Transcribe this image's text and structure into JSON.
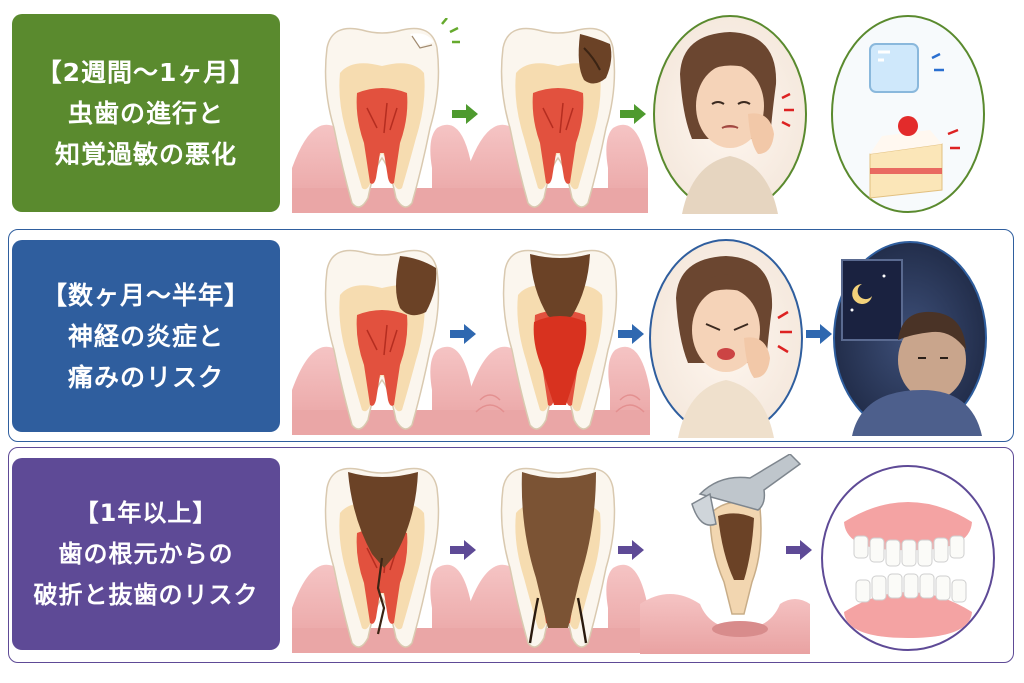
{
  "stages": [
    {
      "id": "stage-1",
      "lines": [
        "【2週間〜1ヶ月】",
        "虫歯の進行と",
        "知覚過敏の悪化"
      ],
      "colors": {
        "label": "#5a8a2e",
        "arrow": "#4e9a2e",
        "frame": "#5a8a2e"
      },
      "panels": [
        "tooth-chipped-icon",
        "tooth-decay-icon",
        "woman-sensitive-pain-icon",
        "ice-and-cake-icon"
      ]
    },
    {
      "id": "stage-2",
      "lines": [
        "【数ヶ月〜半年】",
        "神経の炎症と",
        "痛みのリスク"
      ],
      "colors": {
        "label": "#2f5e9e",
        "arrow": "#2f68b0",
        "frame": "#2f5e9e"
      },
      "panels": [
        "tooth-decay-icon",
        "tooth-nerve-inflamed-icon",
        "woman-severe-pain-icon",
        "woman-sleepless-night-icon"
      ]
    },
    {
      "id": "stage-3",
      "lines": [
        "【1年以上】",
        "歯の根元からの",
        "破折と抜歯のリスク"
      ],
      "colors": {
        "label": "#5e4a96",
        "arrow": "#5e4a96",
        "frame": "#5e4a96"
      },
      "panels": [
        "tooth-cracked-icon",
        "tooth-root-fracture-icon",
        "tooth-extraction-forceps-icon",
        "denture-icon"
      ]
    }
  ],
  "palette": {
    "gum": "#f2b6b6",
    "enamel": "#fbf6ee",
    "dentin": "#f6dcb0",
    "pulp": "#e2513e",
    "decay": "#6b4226"
  }
}
